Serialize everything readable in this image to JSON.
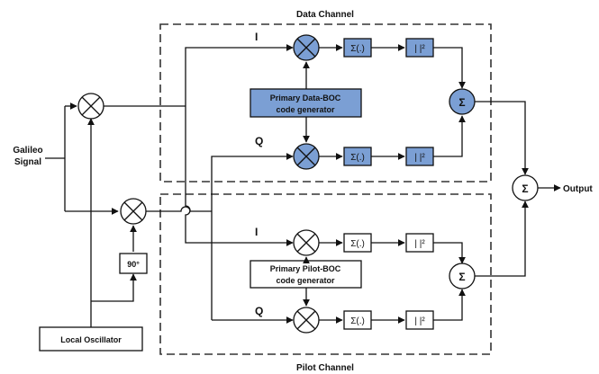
{
  "labels": {
    "data_channel": "Data Channel",
    "pilot_channel": "Pilot Channel",
    "input_line1": "Galileo",
    "input_line2": "Signal",
    "output": "Output",
    "phase_shift": "90°",
    "local_oscillator": "Local Oscillator",
    "data_gen_line1": "Primary Data-BOC",
    "data_gen_line2": "code generator",
    "pilot_gen_line1": "Primary Pilot-BOC",
    "pilot_gen_line2": "code generator",
    "branch_i": "I",
    "branch_q": "Q",
    "integrator": "Σ(.)",
    "magnitude": "| |²",
    "sum": "Σ"
  },
  "colors": {
    "data_fill": "#7b9fd4",
    "pilot_fill": "#ffffff",
    "stroke": "#111111"
  }
}
